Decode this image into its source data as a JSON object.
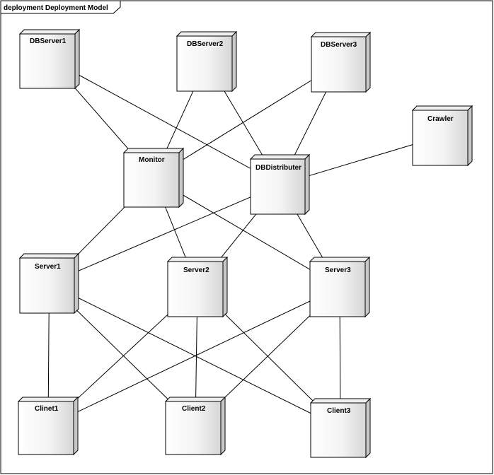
{
  "frame": {
    "label": "deployment Deployment Model"
  },
  "colors": {
    "line": "#000000",
    "node_face_light": "#ffffff",
    "node_face_dark": "#d8d8d8",
    "node_top": "#efefef",
    "node_side": "#c8c8c8",
    "background": "#ffffff"
  },
  "nodes": [
    {
      "id": "dbserver1",
      "label": "DBServer1"
    },
    {
      "id": "dbserver2",
      "label": "DBServer2"
    },
    {
      "id": "dbserver3",
      "label": "DBServer3"
    },
    {
      "id": "crawler",
      "label": "Crawler"
    },
    {
      "id": "monitor",
      "label": "Monitor"
    },
    {
      "id": "dbdistributer",
      "label": "DBDistributer"
    },
    {
      "id": "server1",
      "label": "Server1"
    },
    {
      "id": "server2",
      "label": "Server2"
    },
    {
      "id": "server3",
      "label": "Server3"
    },
    {
      "id": "clinet1",
      "label": "Clinet1"
    },
    {
      "id": "client2",
      "label": "Client2"
    },
    {
      "id": "client3",
      "label": "Client3"
    }
  ],
  "connections": [
    {
      "from": "dbserver1",
      "to": "monitor"
    },
    {
      "from": "dbserver1",
      "to": "dbdistributer"
    },
    {
      "from": "dbserver2",
      "to": "monitor"
    },
    {
      "from": "dbserver2",
      "to": "dbdistributer"
    },
    {
      "from": "dbserver3",
      "to": "monitor"
    },
    {
      "from": "dbserver3",
      "to": "dbdistributer"
    },
    {
      "from": "crawler",
      "to": "dbdistributer"
    },
    {
      "from": "monitor",
      "to": "server1"
    },
    {
      "from": "monitor",
      "to": "server2"
    },
    {
      "from": "monitor",
      "to": "server3"
    },
    {
      "from": "dbdistributer",
      "to": "server1"
    },
    {
      "from": "dbdistributer",
      "to": "server2"
    },
    {
      "from": "dbdistributer",
      "to": "server3"
    },
    {
      "from": "server1",
      "to": "clinet1"
    },
    {
      "from": "server1",
      "to": "client2"
    },
    {
      "from": "server1",
      "to": "client3"
    },
    {
      "from": "server2",
      "to": "clinet1"
    },
    {
      "from": "server2",
      "to": "client2"
    },
    {
      "from": "server2",
      "to": "client3"
    },
    {
      "from": "server3",
      "to": "clinet1"
    },
    {
      "from": "server3",
      "to": "client2"
    },
    {
      "from": "server3",
      "to": "client3"
    }
  ]
}
